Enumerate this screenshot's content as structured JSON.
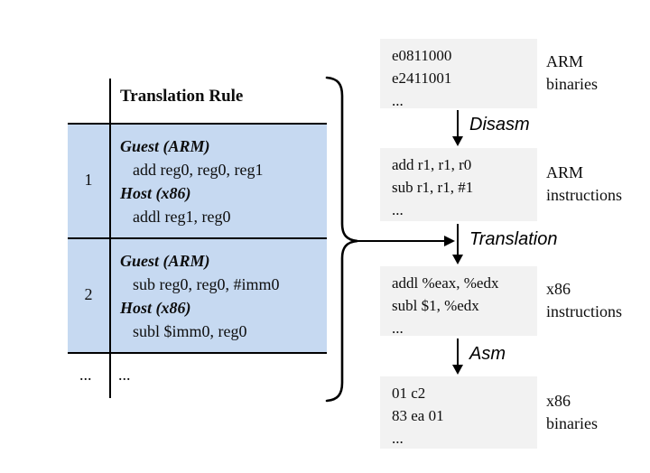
{
  "table": {
    "header": "Translation Rule",
    "rows": [
      {
        "num": "1",
        "guest_label": "Guest (ARM)",
        "guest_code": "add reg0, reg0, reg1",
        "host_label": "Host (x86)",
        "host_code": "addl reg1, reg0"
      },
      {
        "num": "2",
        "guest_label": "Guest (ARM)",
        "guest_code": "sub reg0, reg0, #imm0",
        "host_label": "Host (x86)",
        "host_code": "subl $imm0, reg0"
      }
    ],
    "ellipsis": {
      "num": "...",
      "rule": "..."
    }
  },
  "flow": {
    "boxes": [
      {
        "lines": [
          "e0811000",
          "e2411001",
          "..."
        ],
        "label": [
          "ARM",
          "binaries"
        ]
      },
      {
        "lines": [
          "add r1, r1, r0",
          "sub r1, r1, #1",
          "..."
        ],
        "label": [
          "ARM",
          "instructions"
        ]
      },
      {
        "lines": [
          "addl %eax, %edx",
          "subl $1, %edx",
          "..."
        ],
        "label": [
          "x86",
          "instructions"
        ]
      },
      {
        "lines": [
          "01 c2",
          "83 ea 01",
          "..."
        ],
        "label": [
          "x86",
          "binaries"
        ]
      }
    ],
    "arrow_labels": [
      "Disasm",
      "Translation",
      "Asm"
    ]
  },
  "colors": {
    "row_fill": "#c6d9f1",
    "box_fill": "#f2f2f2",
    "line": "#000000"
  }
}
